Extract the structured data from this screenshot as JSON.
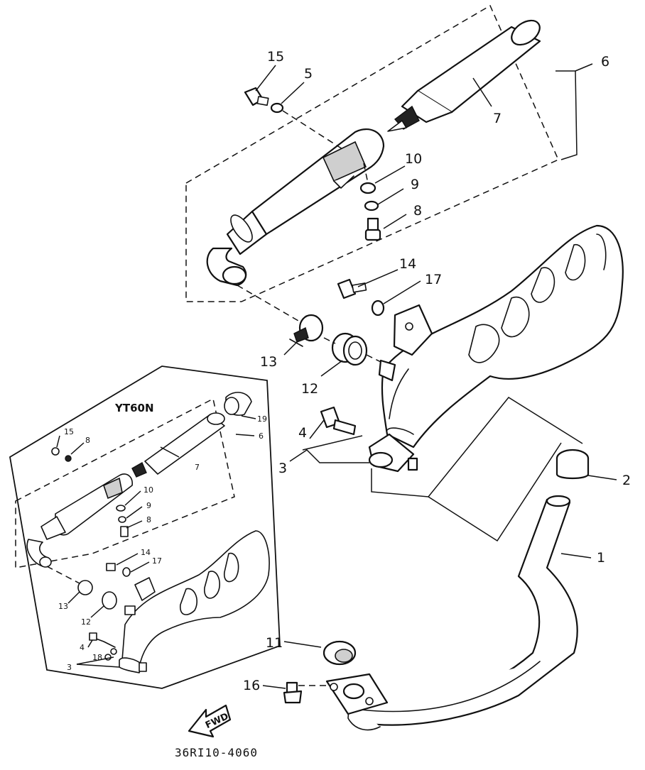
{
  "callouts": {
    "c1": "1",
    "c2": "2",
    "c3": "3",
    "c4": "4",
    "c5": "5",
    "c6": "6",
    "c7": "7",
    "c8": "8",
    "c9": "9",
    "c10": "10",
    "c11": "11",
    "c12": "12",
    "c13": "13",
    "c14": "14",
    "c15": "15",
    "c16": "16",
    "c17": "17"
  },
  "inset": {
    "model": "YT60N",
    "callouts": {
      "c3": "3",
      "c4": "4",
      "c6": "6",
      "c7": "7",
      "c8": "8",
      "c9": "9",
      "c10": "10",
      "c12": "12",
      "c13": "13",
      "c14": "14",
      "c15": "15",
      "c17": "17",
      "c18": "18",
      "c19": "19",
      "c8b": "8"
    }
  },
  "direction_label": "FWD",
  "figure_code": "36RI10-4060"
}
